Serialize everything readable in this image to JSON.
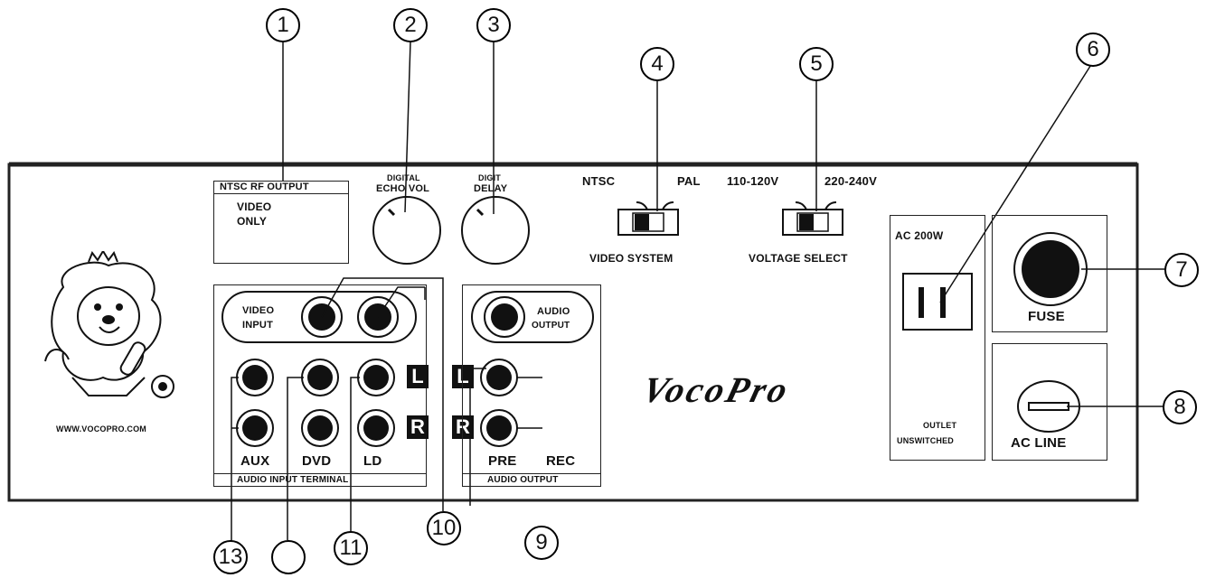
{
  "panel": {
    "rf_output": {
      "title": "NTSC RF OUTPUT",
      "line1": "VIDEO",
      "line2": "ONLY"
    },
    "echo_vol": {
      "line1": "DIGITAL",
      "line2": "ECHO VOL"
    },
    "delay": {
      "line1": "DIGIT",
      "line2": "DELAY"
    },
    "video_system": {
      "left": "NTSC",
      "right": "PAL",
      "caption": "VIDEO SYSTEM"
    },
    "voltage_select": {
      "left": "110-120V",
      "right": "220-240V",
      "caption": "VOLTAGE SELECT"
    },
    "outlet": {
      "top": "AC 200W",
      "line1": "OUTLET",
      "line2": "UNSWITCHED"
    },
    "fuse": {
      "label": "FUSE"
    },
    "ac_line": {
      "label": "AC LINE"
    },
    "video_input": {
      "line1": "VIDEO",
      "line2": "INPUT"
    },
    "audio_output_top": {
      "line1": "AUDIO",
      "line2": "OUTPUT"
    },
    "audio_input_terminal": {
      "caption": "AUDIO INPUT TERMINAL",
      "columns": [
        "AUX",
        "DVD",
        "LD"
      ]
    },
    "audio_output_terminal": {
      "caption": "AUDIO OUTPUT",
      "columns": [
        "PRE",
        "REC"
      ]
    },
    "channel_tags": {
      "left": "L",
      "right": "R"
    },
    "website": "WWW.VOCOPRO.COM",
    "brand": "VocoPro"
  },
  "callouts": [
    "1",
    "2",
    "3",
    "4",
    "5",
    "6",
    "7",
    "8",
    "9",
    "10",
    "11",
    "",
    "13"
  ]
}
